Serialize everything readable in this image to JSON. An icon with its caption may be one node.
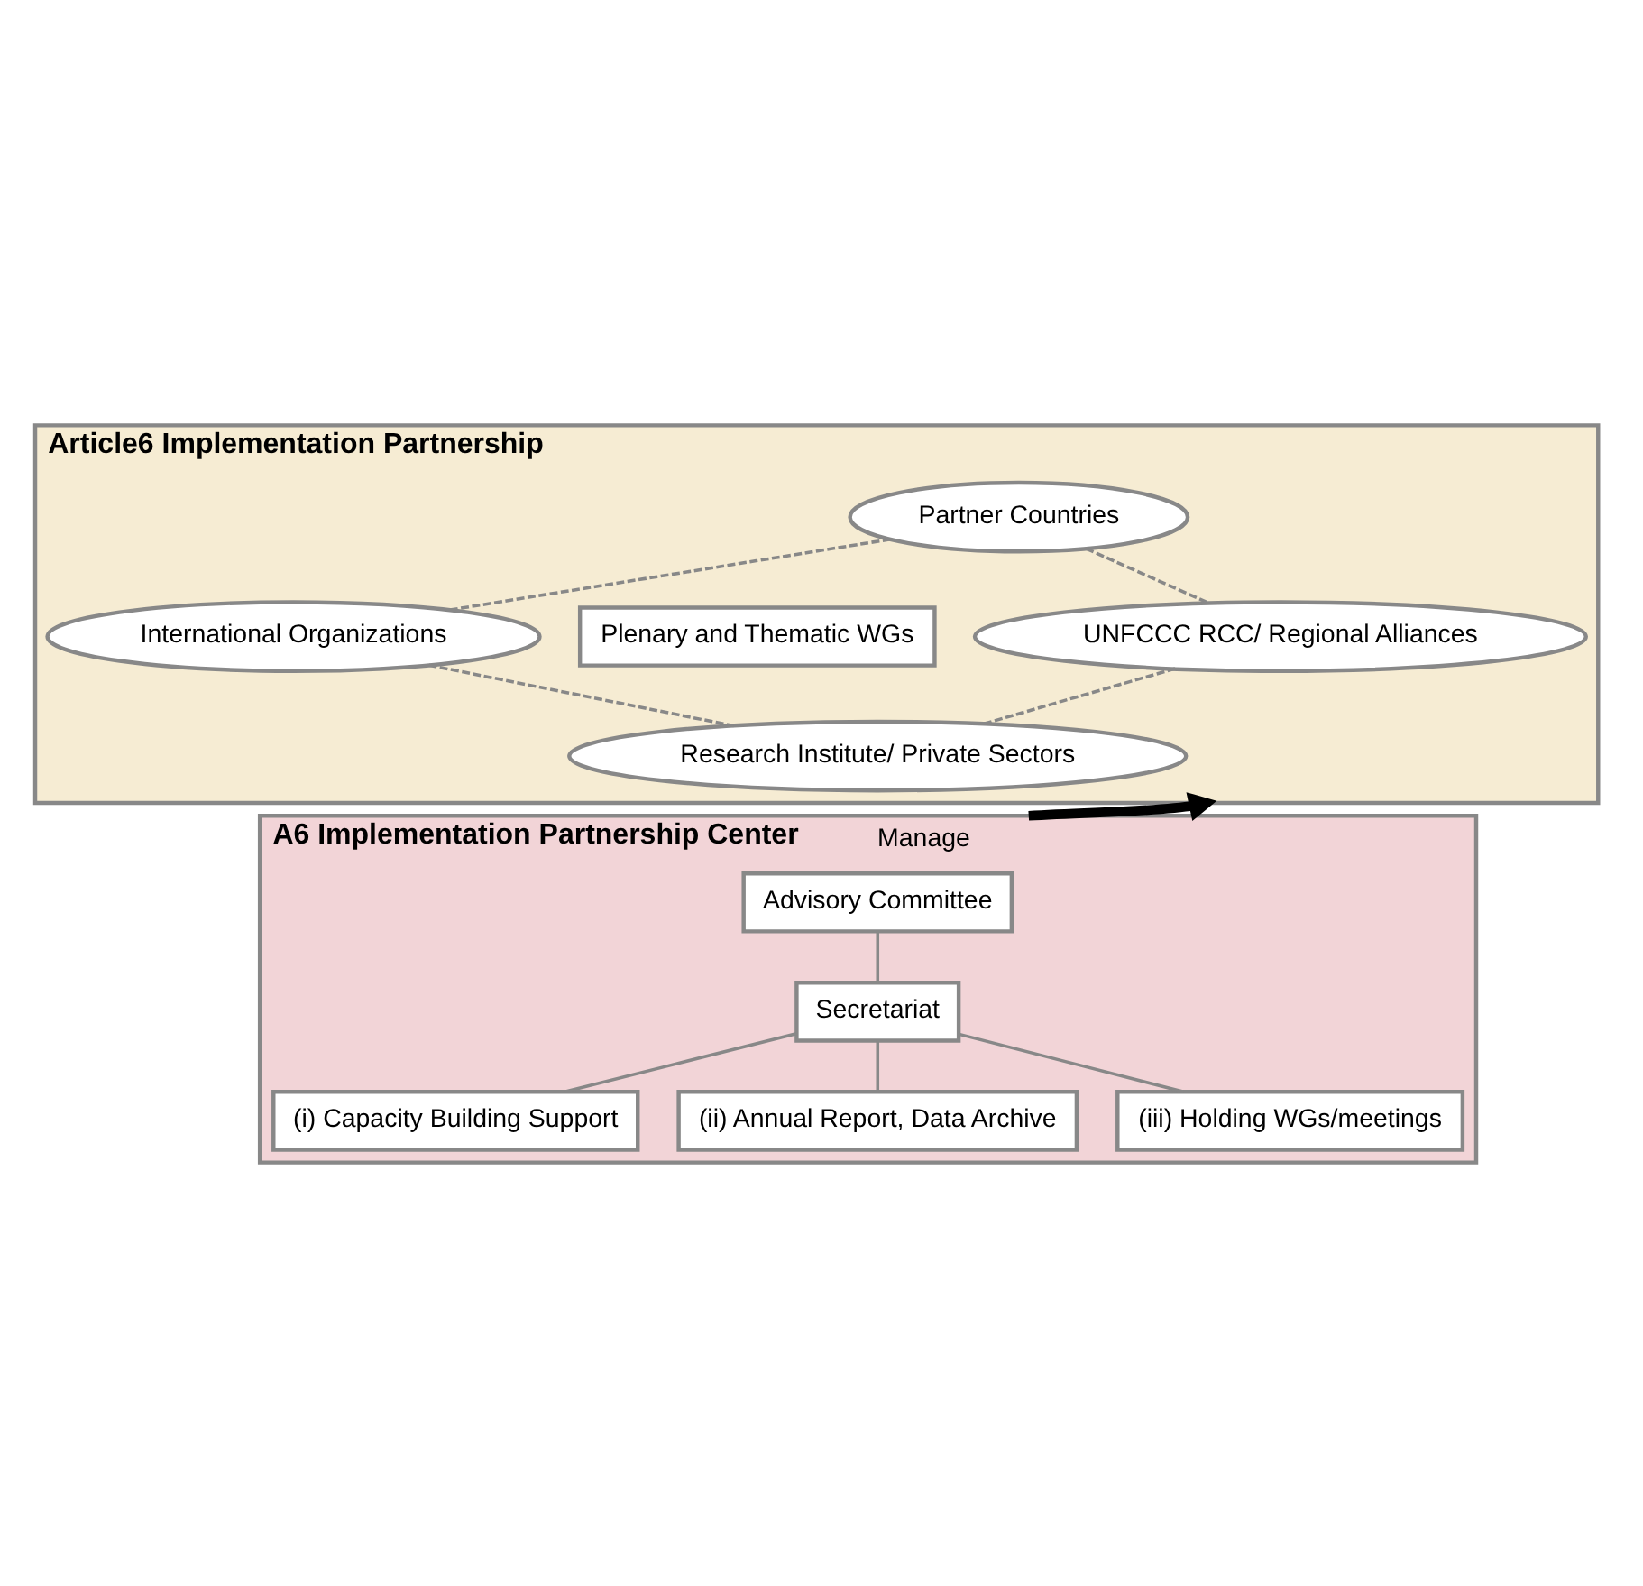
{
  "diagram": {
    "nodes": [
      {
        "text": [
          "Article6 Implementation Partnership"
        ]
      },
      {
        "text": [
          "Partner Countries"
        ],
        "in": 0
      },
      {
        "text": [
          "International Organizations"
        ],
        "in": 0
      },
      {
        "text": [
          "Plenary and Thematic WGs"
        ],
        "in": 0
      },
      {
        "text": [
          "UNFCCC RCC/ Regional Alliances"
        ],
        "in": 0
      },
      {
        "text": [
          "Research Institute/ Private Sectors"
        ],
        "in": 0
      },
      {
        "text": [
          "A6 Implementation Partnership Center"
        ]
      },
      {
        "text": [
          "Advisory Committee"
        ],
        "in": 6
      },
      {
        "text": [
          "Secretariat"
        ],
        "in": 6
      },
      {
        "text": [
          "(i) Capacity Building Support"
        ],
        "in": 6
      },
      {
        "text": [
          "(ii) Annual Report, Data Archive"
        ],
        "in": 6
      },
      {
        "text": [
          "(iii) Holding WGs/meetings"
        ],
        "in": 6
      }
    ],
    "edges": [
      {
        "from": 1,
        "to": 2,
        "arrow": "none",
        "style": "dashed"
      },
      {
        "from": 1,
        "to": 4,
        "arrow": "none",
        "style": "dashed"
      },
      {
        "from": 2,
        "to": 5,
        "arrow": "none",
        "style": "dashed"
      },
      {
        "from": 4,
        "to": 5,
        "arrow": "none",
        "style": "dashed"
      },
      {
        "from": 6,
        "to": 0,
        "arrow": "to",
        "label": "Manage",
        "style": "thick",
        "color": "#000000"
      },
      {
        "from": 7,
        "to": 8,
        "arrow": "none"
      },
      {
        "from": 8,
        "to": 9,
        "arrow": "none"
      },
      {
        "from": 8,
        "to": 10,
        "arrow": "none"
      },
      {
        "from": 8,
        "to": 11,
        "arrow": "none"
      }
    ]
  }
}
